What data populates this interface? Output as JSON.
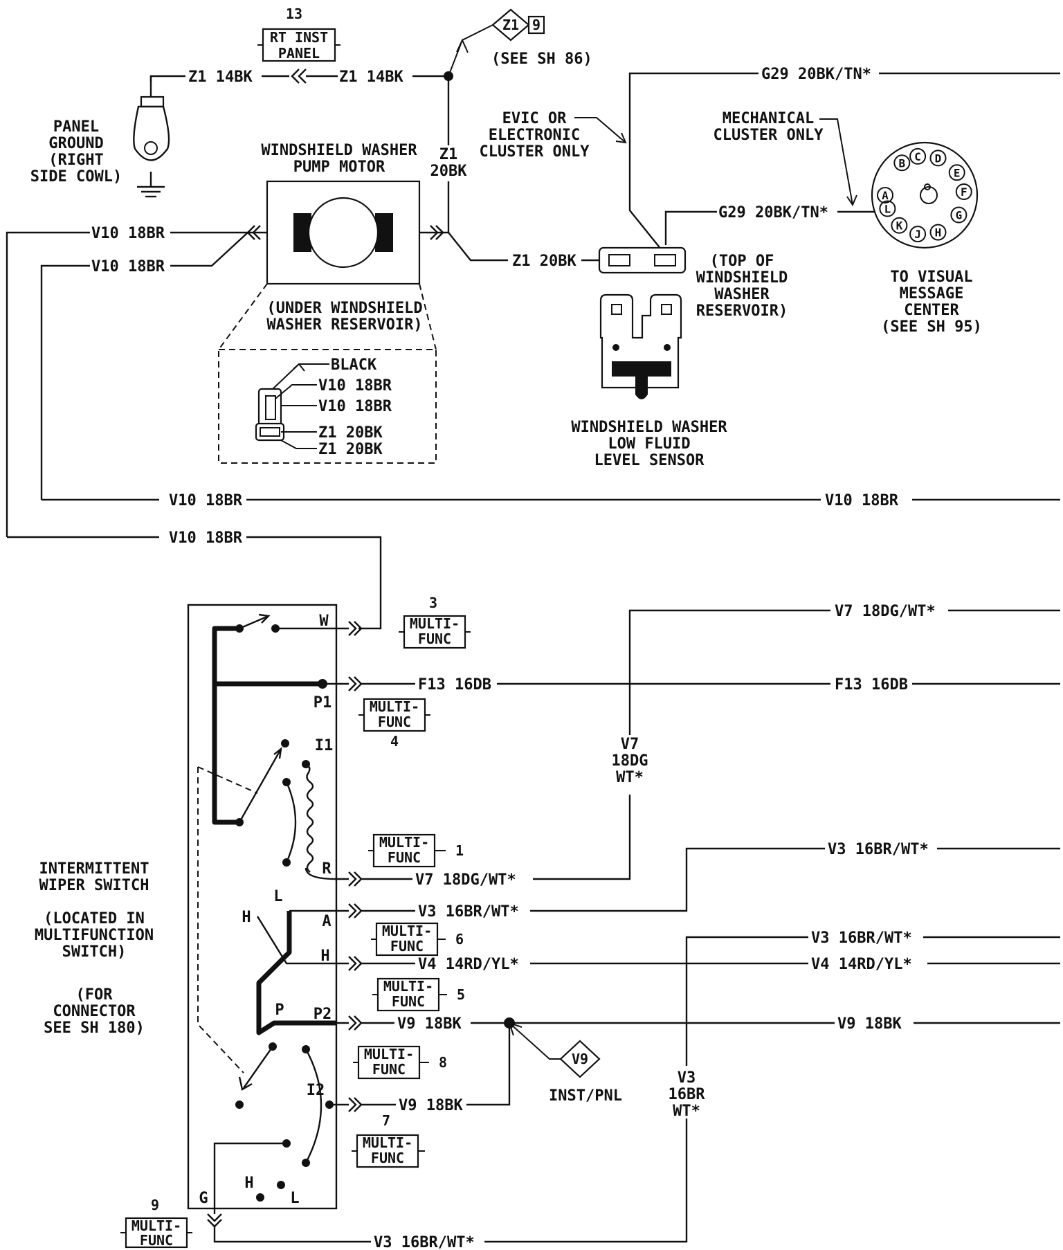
{
  "connectors": {
    "c13": {
      "num": "13",
      "l1": "RT INST",
      "l2": "PANEL"
    },
    "mf3": {
      "num": "3",
      "l1": "MULTI-",
      "l2": "FUNC"
    },
    "mf4": {
      "num": "4",
      "l1": "MULTI-",
      "l2": "FUNC"
    },
    "mf1": {
      "num": "1",
      "l1": "MULTI-",
      "l2": "FUNC"
    },
    "mf6": {
      "num": "6",
      "l1": "MULTI-",
      "l2": "FUNC"
    },
    "mf5": {
      "num": "5",
      "l1": "MULTI-",
      "l2": "FUNC"
    },
    "mf8": {
      "num": "8",
      "l1": "MULTI-",
      "l2": "FUNC"
    },
    "mf7": {
      "num": "7",
      "l1": "MULTI-",
      "l2": "FUNC"
    },
    "mf9": {
      "num": "9",
      "l1": "MULTI-",
      "l2": "FUNC"
    }
  },
  "splices": {
    "z1": {
      "id": "Z1",
      "num": "9",
      "note": "(SEE SH 86)"
    },
    "v9": {
      "id": "V9",
      "note": "INST/PNL"
    }
  },
  "components": {
    "panel_ground": [
      "PANEL",
      "GROUND",
      "(RIGHT",
      "SIDE COWL)"
    ],
    "pump_motor": [
      "WINDSHIELD WASHER",
      "PUMP MOTOR"
    ],
    "pump_location": [
      "(UNDER WINDSHIELD",
      "WASHER RESERVOIR)"
    ],
    "evic_note": [
      "EVIC OR",
      "ELECTRONIC",
      "CLUSTER ONLY"
    ],
    "mech_note": [
      "MECHANICAL",
      "CLUSTER ONLY"
    ],
    "sensor_location": [
      "(TOP OF",
      "WINDSHIELD",
      "WASHER",
      "RESERVOIR)"
    ],
    "sensor": [
      "WINDSHIELD WASHER",
      "LOW FLUID",
      "LEVEL SENSOR"
    ],
    "vmc": [
      "TO VISUAL",
      "MESSAGE",
      "CENTER",
      "(SEE SH 95)"
    ],
    "switch": [
      "INTERMITTENT",
      "WIPER SWITCH",
      "(LOCATED IN",
      "MULTIFUNCTION",
      "SWITCH)",
      "(FOR",
      "CONNECTOR",
      "SEE SH 180)"
    ],
    "connector_detail": {
      "color": "BLACK",
      "pins": [
        "V10 18BR",
        "V10 18BR",
        "Z1 20BK",
        "Z1 20BK"
      ]
    }
  },
  "vmc_pins": [
    "A",
    "B",
    "C",
    "D",
    "E",
    "F",
    "G",
    "H",
    "J",
    "K",
    "L"
  ],
  "switch_terminals": {
    "w": "W",
    "p1": "P1",
    "i1": "I1",
    "r": "R",
    "l": "L",
    "h_left": "H",
    "a": "A",
    "h": "H",
    "p": "P",
    "p2": "P2",
    "i2": "I2",
    "g": "G",
    "h_bottom": "H",
    "l_bottom": "L"
  },
  "wires": {
    "z1_14bk": "Z1 14BK",
    "z1_20bk": "Z1 20BK",
    "z1_20bk_v": [
      "Z1",
      "20BK"
    ],
    "g29": "G29 20BK/TN*",
    "v10": "V10 18BR",
    "v7": "V7 18DG/WT*",
    "v7_v": [
      "V7",
      "18DG",
      "WT*"
    ],
    "f13": "F13 16DB",
    "v3": "V3 16BR/WT*",
    "v3_v": [
      "V3",
      "16BR",
      "WT*"
    ],
    "v4": "V4 14RD/YL*",
    "v9": "V9 18BK"
  }
}
